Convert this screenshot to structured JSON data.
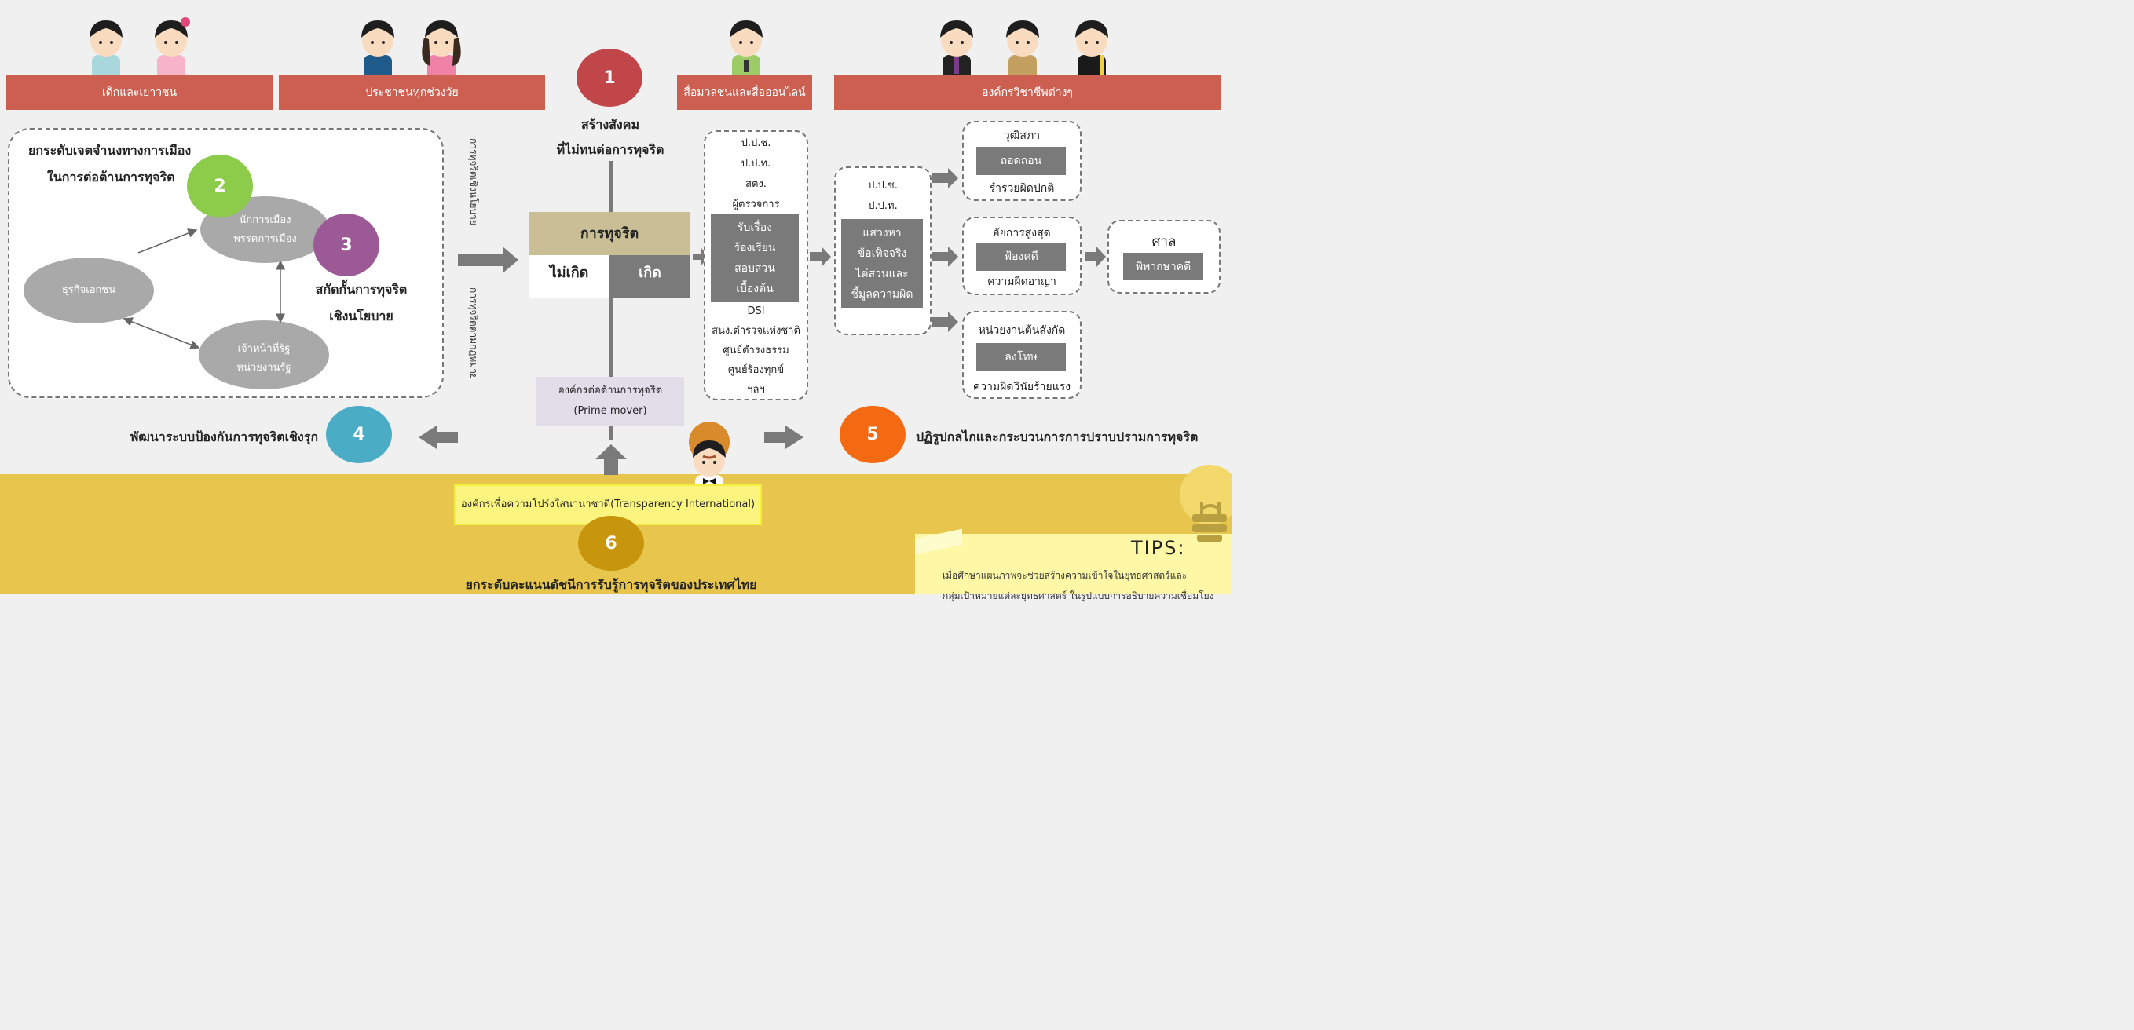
{
  "banners": {
    "youth": "เด็กและเยาวชน",
    "public": "ประชาชนทุกช่วงวัย",
    "media": "สื่อมวลชนและสื่อออนไลน์",
    "professional": "องค์กรวิชาชีพต่างๆ"
  },
  "step1": {
    "number": "1",
    "line1": "สร้างสังคม",
    "line2": "ที่ไม่ทนต่อการทุจริต"
  },
  "step2": {
    "number": "2",
    "line1": "ยกระดับเจตจำนงทางการเมือง",
    "line2": "ในการต่อต้านการทุจริต"
  },
  "step3": {
    "number": "3",
    "line1": "สกัดกั้นการทุจริต",
    "line2": "เชิงนโยบาย"
  },
  "step4": {
    "number": "4",
    "label": "พัฒนาระบบป้องกันการทุจริตเชิงรุก"
  },
  "step5": {
    "number": "5",
    "label": "ปฏิรูปกลไกและกระบวนการการปราบปรามการทุจริต"
  },
  "step6": {
    "number": "6",
    "label": "ยกระดับคะแนนดัชนีการรับรู้การทุจริตของประเทศไทย"
  },
  "actors": {
    "politician_l1": "นักการเมือง",
    "politician_l2": "พรรคการเมือง",
    "business": "ธุรกิจเอกชน",
    "official_l1": "เจ้าหน้าที่รัฐ",
    "official_l2": "หน่วยงานรัฐ"
  },
  "vertical": {
    "policy": "การทุจริตเชิงนโยบาย",
    "legal": "การทุจริตตามกฎหมาย"
  },
  "corruption": {
    "title": "การทุจริต",
    "no": "ไม่เกิด",
    "yes": "เกิด"
  },
  "prime": {
    "line1": "องค์กรต่อต้านการทุจริต",
    "line2": "(Prime mover)"
  },
  "transparency": "องค์กรเพื่อความโปร่งใสนานาชาติ(Transparency International)",
  "agencies": {
    "top": [
      "ป.ป.ช.",
      "ป.ป.ท.",
      "สตง.",
      "ผู้ตรวจการ"
    ],
    "actions": [
      "รับเรื่อง",
      "ร้องเรียน",
      "สอบสวน",
      "เบื้องต้น"
    ],
    "bottom": [
      "DSI",
      "สนง.ตำรวจแห่งชาติ",
      "ศูนย์ดำรงธรรม",
      "ศูนย์ร้องทุกข์",
      "ฯลฯ"
    ]
  },
  "investigate": {
    "top": [
      "ป.ป.ช.",
      "ป.ป.ท."
    ],
    "actions": [
      "แสวงหา",
      "ข้อเท็จจริง",
      "ไต่สวนและ",
      "ชี้มูลความผิด"
    ]
  },
  "senate": {
    "title": "วุฒิสภา",
    "action": "ถอดถอน",
    "note": "ร่ำรวยผิดปกติ"
  },
  "prosecutor": {
    "title": "อัยการสูงสุด",
    "action": "ฟ้องคดี",
    "note": "ความผิดอาญา"
  },
  "agency": {
    "title": "หน่วยงานต้นสังกัด",
    "action": "ลงโทษ",
    "note": "ความผิดวินัยร้ายแรง"
  },
  "court": {
    "title": "ศาล",
    "action": "พิพากษาคดี"
  },
  "tips": {
    "title": "TIPS:",
    "line1": "เมื่อศึกษาแผนภาพจะช่วยสร้างความเข้าใจในยุทธศาสตร์และ",
    "line2": "กลุ่มเป้าหมายแต่ละยุทธศาสตร์ ในรูปแบบการอธิบายความเชื่อมโยง"
  },
  "colors": {
    "banner": "#cc5f50",
    "step1": "#c0464a",
    "step2": "#8dcc4a",
    "step3": "#9b5a96",
    "step4": "#4bacc6",
    "step5": "#f46a13",
    "step6": "#c8960c",
    "bottom_band": "#e8c64e"
  }
}
